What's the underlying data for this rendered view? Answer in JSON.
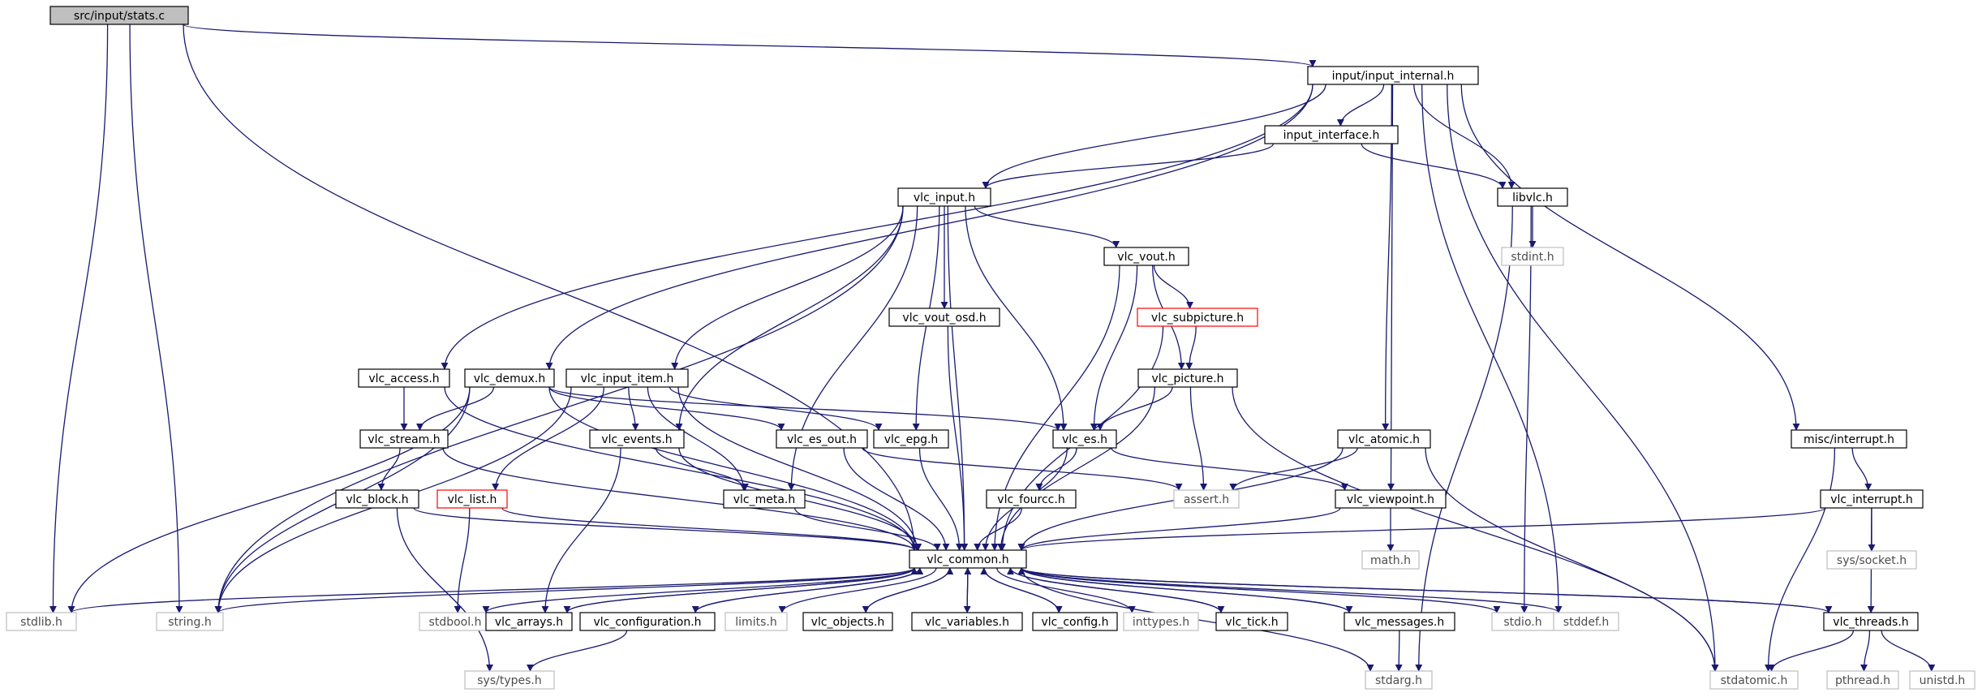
{
  "colors": {
    "edge": "#191970",
    "node_border": "#000000",
    "node_border_truncated": "#ff0000",
    "node_border_system": "#bfbfbf",
    "root_fill": "#bfbfbf",
    "text": "#000000",
    "text_system": "#4d4d4d"
  },
  "nodes": [
    {
      "id": "stats_c",
      "label": "src/input/stats.c",
      "kind": "root"
    },
    {
      "id": "input_internal_h",
      "label": "input/input_internal.h",
      "kind": "normal"
    },
    {
      "id": "input_interface_h",
      "label": "input_interface.h",
      "kind": "normal"
    },
    {
      "id": "vlc_input_h",
      "label": "vlc_input.h",
      "kind": "normal"
    },
    {
      "id": "libvlc_h",
      "label": "libvlc.h",
      "kind": "normal"
    },
    {
      "id": "stdint_h",
      "label": "stdint.h",
      "kind": "system"
    },
    {
      "id": "vlc_vout_h",
      "label": "vlc_vout.h",
      "kind": "normal"
    },
    {
      "id": "vlc_vout_osd_h",
      "label": "vlc_vout_osd.h",
      "kind": "normal"
    },
    {
      "id": "vlc_subpicture_h",
      "label": "vlc_subpicture.h",
      "kind": "truncated"
    },
    {
      "id": "vlc_picture_h",
      "label": "vlc_picture.h",
      "kind": "normal"
    },
    {
      "id": "vlc_access_h",
      "label": "vlc_access.h",
      "kind": "normal"
    },
    {
      "id": "vlc_demux_h",
      "label": "vlc_demux.h",
      "kind": "normal"
    },
    {
      "id": "vlc_input_item_h",
      "label": "vlc_input_item.h",
      "kind": "normal"
    },
    {
      "id": "vlc_es_out_h",
      "label": "vlc_es_out.h",
      "kind": "normal"
    },
    {
      "id": "vlc_epg_h",
      "label": "vlc_epg.h",
      "kind": "normal"
    },
    {
      "id": "vlc_es_h",
      "label": "vlc_es.h",
      "kind": "normal"
    },
    {
      "id": "vlc_atomic_h",
      "label": "vlc_atomic.h",
      "kind": "normal"
    },
    {
      "id": "misc_interrupt_h",
      "label": "misc/interrupt.h",
      "kind": "normal"
    },
    {
      "id": "vlc_stream_h",
      "label": "vlc_stream.h",
      "kind": "normal"
    },
    {
      "id": "vlc_events_h",
      "label": "vlc_events.h",
      "kind": "normal"
    },
    {
      "id": "vlc_block_h",
      "label": "vlc_block.h",
      "kind": "normal"
    },
    {
      "id": "vlc_list_h",
      "label": "vlc_list.h",
      "kind": "truncated"
    },
    {
      "id": "vlc_meta_h",
      "label": "vlc_meta.h",
      "kind": "normal"
    },
    {
      "id": "vlc_fourcc_h",
      "label": "vlc_fourcc.h",
      "kind": "normal"
    },
    {
      "id": "assert_h",
      "label": "assert.h",
      "kind": "system"
    },
    {
      "id": "vlc_viewpoint_h",
      "label": "vlc_viewpoint.h",
      "kind": "normal"
    },
    {
      "id": "vlc_interrupt_h",
      "label": "vlc_interrupt.h",
      "kind": "normal"
    },
    {
      "id": "math_h",
      "label": "math.h",
      "kind": "system"
    },
    {
      "id": "sys_socket_h",
      "label": "sys/socket.h",
      "kind": "system"
    },
    {
      "id": "vlc_common_h",
      "label": "vlc_common.h",
      "kind": "normal"
    },
    {
      "id": "stdlib_h",
      "label": "stdlib.h",
      "kind": "system"
    },
    {
      "id": "string_h",
      "label": "string.h",
      "kind": "system"
    },
    {
      "id": "stdbool_h",
      "label": "stdbool.h",
      "kind": "system"
    },
    {
      "id": "vlc_arrays_h",
      "label": "vlc_arrays.h",
      "kind": "normal"
    },
    {
      "id": "vlc_configuration_h",
      "label": "vlc_configuration.h",
      "kind": "normal"
    },
    {
      "id": "limits_h",
      "label": "limits.h",
      "kind": "system"
    },
    {
      "id": "vlc_objects_h",
      "label": "vlc_objects.h",
      "kind": "normal"
    },
    {
      "id": "vlc_variables_h",
      "label": "vlc_variables.h",
      "kind": "normal"
    },
    {
      "id": "vlc_config_h",
      "label": "vlc_config.h",
      "kind": "normal"
    },
    {
      "id": "inttypes_h",
      "label": "inttypes.h",
      "kind": "system"
    },
    {
      "id": "vlc_tick_h",
      "label": "vlc_tick.h",
      "kind": "normal"
    },
    {
      "id": "vlc_messages_h",
      "label": "vlc_messages.h",
      "kind": "normal"
    },
    {
      "id": "stdio_h",
      "label": "stdio.h",
      "kind": "system"
    },
    {
      "id": "stddef_h",
      "label": "stddef.h",
      "kind": "system"
    },
    {
      "id": "vlc_threads_h",
      "label": "vlc_threads.h",
      "kind": "normal"
    },
    {
      "id": "sys_types_h",
      "label": "sys/types.h",
      "kind": "system"
    },
    {
      "id": "stdarg_h",
      "label": "stdarg.h",
      "kind": "system"
    },
    {
      "id": "stdatomic_h",
      "label": "stdatomic.h",
      "kind": "system"
    },
    {
      "id": "pthread_h",
      "label": "pthread.h",
      "kind": "system"
    },
    {
      "id": "unistd_h",
      "label": "unistd.h",
      "kind": "system"
    }
  ],
  "edges": [
    [
      "stats_c",
      "input_internal_h"
    ],
    [
      "stats_c",
      "stdlib_h"
    ],
    [
      "stats_c",
      "string_h"
    ],
    [
      "stats_c",
      "vlc_common_h"
    ],
    [
      "input_internal_h",
      "vlc_access_h"
    ],
    [
      "input_internal_h",
      "vlc_demux_h"
    ],
    [
      "input_internal_h",
      "vlc_input_h"
    ],
    [
      "input_internal_h",
      "input_interface_h"
    ],
    [
      "input_internal_h",
      "libvlc_h"
    ],
    [
      "input_internal_h",
      "vlc_atomic_h"
    ],
    [
      "input_internal_h",
      "vlc_viewpoint_h"
    ],
    [
      "input_internal_h",
      "stddef_h"
    ],
    [
      "input_internal_h",
      "stdatomic_h"
    ],
    [
      "input_internal_h",
      "misc_interrupt_h"
    ],
    [
      "input_interface_h",
      "vlc_input_h"
    ],
    [
      "input_interface_h",
      "libvlc_h"
    ],
    [
      "vlc_input_h",
      "string_h"
    ],
    [
      "vlc_input_h",
      "vlc_input_item_h"
    ],
    [
      "vlc_input_h",
      "vlc_events_h"
    ],
    [
      "vlc_input_h",
      "vlc_meta_h"
    ],
    [
      "vlc_input_h",
      "vlc_epg_h"
    ],
    [
      "vlc_input_h",
      "vlc_vout_osd_h"
    ],
    [
      "vlc_input_h",
      "vlc_common_h"
    ],
    [
      "vlc_input_h",
      "vlc_es_h"
    ],
    [
      "vlc_input_h",
      "vlc_vout_h"
    ],
    [
      "libvlc_h",
      "stdint_h"
    ],
    [
      "libvlc_h",
      "stdio_h"
    ],
    [
      "libvlc_h",
      "stdarg_h"
    ],
    [
      "vlc_vout_h",
      "vlc_subpicture_h"
    ],
    [
      "vlc_vout_h",
      "vlc_picture_h"
    ],
    [
      "vlc_vout_h",
      "vlc_es_h"
    ],
    [
      "vlc_vout_h",
      "vlc_common_h"
    ],
    [
      "vlc_vout_osd_h",
      "vlc_common_h"
    ],
    [
      "vlc_subpicture_h",
      "vlc_picture_h"
    ],
    [
      "vlc_subpicture_h",
      "vlc_common_h"
    ],
    [
      "vlc_picture_h",
      "vlc_es_h"
    ],
    [
      "vlc_picture_h",
      "assert_h"
    ],
    [
      "vlc_picture_h",
      "vlc_common_h"
    ],
    [
      "vlc_picture_h",
      "stdatomic_h"
    ],
    [
      "vlc_access_h",
      "vlc_stream_h"
    ],
    [
      "vlc_access_h",
      "vlc_common_h"
    ],
    [
      "vlc_demux_h",
      "vlc_stream_h"
    ],
    [
      "vlc_demux_h",
      "vlc_es_out_h"
    ],
    [
      "vlc_demux_h",
      "vlc_es_h"
    ],
    [
      "vlc_demux_h",
      "stdlib_h"
    ],
    [
      "vlc_demux_h",
      "string_h"
    ],
    [
      "vlc_demux_h",
      "vlc_common_h"
    ],
    [
      "vlc_input_item_h",
      "vlc_list_h"
    ],
    [
      "vlc_input_item_h",
      "vlc_events_h"
    ],
    [
      "vlc_input_item_h",
      "vlc_meta_h"
    ],
    [
      "vlc_input_item_h",
      "vlc_epg_h"
    ],
    [
      "vlc_input_item_h",
      "string_h"
    ],
    [
      "vlc_input_item_h",
      "vlc_common_h"
    ],
    [
      "vlc_es_out_h",
      "assert_h"
    ],
    [
      "vlc_es_out_h",
      "vlc_common_h"
    ],
    [
      "vlc_epg_h",
      "vlc_common_h"
    ],
    [
      "vlc_es_h",
      "vlc_fourcc_h"
    ],
    [
      "vlc_es_h",
      "vlc_viewpoint_h"
    ],
    [
      "vlc_es_h",
      "vlc_common_h"
    ],
    [
      "vlc_atomic_h",
      "assert_h"
    ],
    [
      "vlc_atomic_h",
      "vlc_common_h"
    ],
    [
      "vlc_atomic_h",
      "stdatomic_h"
    ],
    [
      "misc_interrupt_h",
      "vlc_interrupt_h"
    ],
    [
      "misc_interrupt_h",
      "stdatomic_h"
    ],
    [
      "vlc_stream_h",
      "vlc_block_h"
    ],
    [
      "vlc_stream_h",
      "vlc_common_h"
    ],
    [
      "vlc_events_h",
      "vlc_arrays_h"
    ],
    [
      "vlc_events_h",
      "vlc_meta_h"
    ],
    [
      "vlc_events_h",
      "vlc_common_h"
    ],
    [
      "vlc_block_h",
      "sys_types_h"
    ],
    [
      "vlc_block_h",
      "vlc_common_h"
    ],
    [
      "vlc_list_h",
      "stdbool_h"
    ],
    [
      "vlc_list_h",
      "vlc_common_h"
    ],
    [
      "vlc_meta_h",
      "vlc_common_h"
    ],
    [
      "vlc_fourcc_h",
      "vlc_common_h"
    ],
    [
      "vlc_viewpoint_h",
      "math_h"
    ],
    [
      "vlc_viewpoint_h",
      "vlc_common_h"
    ],
    [
      "vlc_interrupt_h",
      "sys_socket_h"
    ],
    [
      "vlc_interrupt_h",
      "vlc_threads_h"
    ],
    [
      "vlc_interrupt_h",
      "vlc_common_h"
    ],
    [
      "vlc_common_h",
      "stdlib_h"
    ],
    [
      "vlc_common_h",
      "string_h"
    ],
    [
      "vlc_common_h",
      "stdbool_h"
    ],
    [
      "vlc_common_h",
      "vlc_arrays_h"
    ],
    [
      "vlc_common_h",
      "vlc_configuration_h"
    ],
    [
      "vlc_common_h",
      "limits_h"
    ],
    [
      "vlc_common_h",
      "vlc_objects_h"
    ],
    [
      "vlc_common_h",
      "vlc_variables_h"
    ],
    [
      "vlc_common_h",
      "vlc_config_h"
    ],
    [
      "vlc_common_h",
      "inttypes_h"
    ],
    [
      "vlc_common_h",
      "vlc_tick_h"
    ],
    [
      "vlc_common_h",
      "vlc_messages_h"
    ],
    [
      "vlc_common_h",
      "stdio_h"
    ],
    [
      "vlc_common_h",
      "stddef_h"
    ],
    [
      "vlc_common_h",
      "vlc_threads_h"
    ],
    [
      "vlc_common_h",
      "stdarg_h"
    ],
    [
      "vlc_arrays_h",
      "vlc_common_h"
    ],
    [
      "vlc_configuration_h",
      "vlc_common_h"
    ],
    [
      "vlc_objects_h",
      "vlc_common_h"
    ],
    [
      "vlc_variables_h",
      "vlc_common_h"
    ],
    [
      "vlc_config_h",
      "vlc_common_h"
    ],
    [
      "vlc_tick_h",
      "vlc_common_h"
    ],
    [
      "vlc_messages_h",
      "vlc_common_h"
    ],
    [
      "vlc_threads_h",
      "vlc_common_h"
    ],
    [
      "vlc_configuration_h",
      "sys_types_h"
    ],
    [
      "vlc_messages_h",
      "stdarg_h"
    ],
    [
      "vlc_threads_h",
      "stdatomic_h"
    ],
    [
      "vlc_threads_h",
      "pthread_h"
    ],
    [
      "vlc_threads_h",
      "unistd_h"
    ]
  ]
}
